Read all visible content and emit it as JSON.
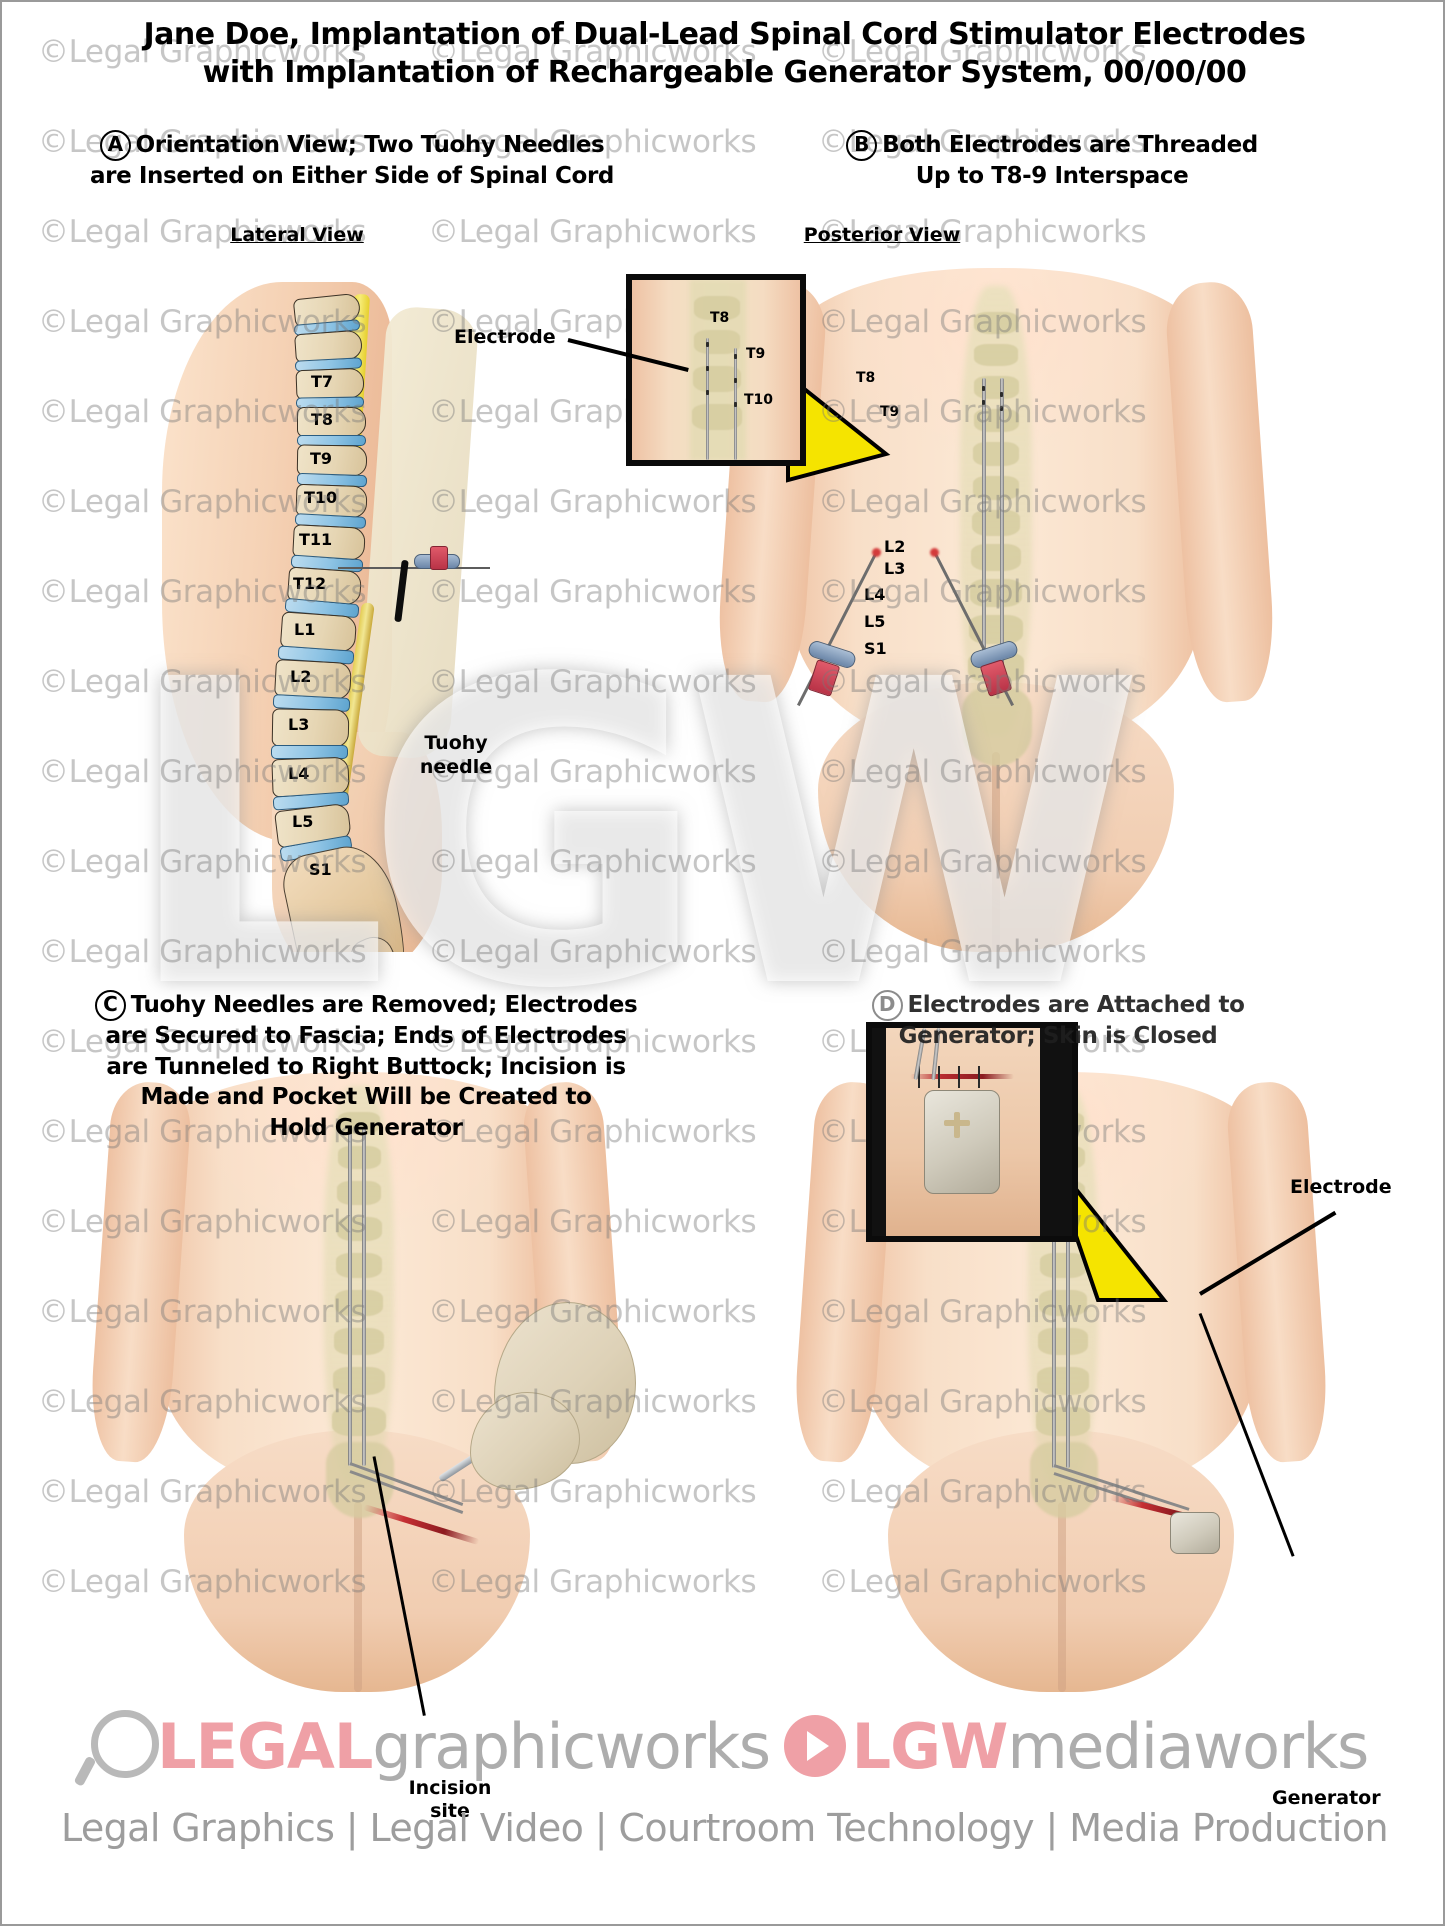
{
  "document": {
    "title_line1": "Jane Doe, Implantation of Dual-Lead Spinal Cord Stimulator Electrodes",
    "title_line2": "with Implantation of Rechargeable Generator System, 00/00/00",
    "watermark_text": "©Legal Graphicworks",
    "big_watermark": "LGW"
  },
  "panels": [
    {
      "letter": "A",
      "caption_line1": "Orientation View; Two Tuohy Needles",
      "caption_line2": "are Inserted on Either Side of Spinal Cord",
      "view_label": "Lateral View",
      "vertebra_labels": [
        "T7",
        "T8",
        "T9",
        "T10",
        "T11",
        "T12",
        "L1",
        "L2",
        "L3",
        "L4",
        "L5",
        "S1"
      ],
      "callouts": [
        {
          "name": "tuohy-needle",
          "line1": "Tuohy",
          "line2": "needle"
        }
      ]
    },
    {
      "letter": "B",
      "caption_line1": "Both Electrodes are Threaded",
      "caption_line2": "Up to T8-9 Interspace",
      "view_label": "Posterior View",
      "inset_labels": [
        "T8",
        "T9",
        "T10"
      ],
      "body_upper_labels": [
        "T8",
        "T9"
      ],
      "body_lower_labels": [
        "L2",
        "L3",
        "L4",
        "L5",
        "S1"
      ],
      "callouts": [
        {
          "name": "electrode",
          "line1": "Electrode"
        }
      ]
    },
    {
      "letter": "C",
      "caption_line1": "Tuohy Needles are Removed; Electrodes",
      "caption_line2": "are Secured to Fascia; Ends of Electrodes",
      "caption_line3": "are Tunneled to Right Buttock; Incision is",
      "caption_line4": "Made and Pocket Will be Created to",
      "caption_line5": "Hold Generator",
      "callouts": [
        {
          "name": "incision-site",
          "line1": "Incision",
          "line2": "site"
        }
      ]
    },
    {
      "letter": "D",
      "caption_line1": "Electrodes are Attached to",
      "caption_line2": "Generator; Skin is Closed",
      "callouts": [
        {
          "name": "electrode",
          "line1": "Electrode"
        },
        {
          "name": "generator",
          "line1": "Generator"
        }
      ]
    }
  ],
  "footer": {
    "logo_legal": "LEGAL",
    "logo_graphicworks": "graphicworks",
    "logo_lgw": "LGW",
    "logo_mediaworks": "mediaworks",
    "tagline": "Legal Graphics | Legal Video | Courtroom Technology | Media Production"
  },
  "colors": {
    "brand_pink": "#efa0a6",
    "brand_gray": "#adadad",
    "highlight_yellow": "#f5e400",
    "disc_blue": "#6fb2da",
    "cord_yellow": "#f0e04a",
    "bone": "#e6d6b4",
    "skin": "#f3cdb0"
  }
}
